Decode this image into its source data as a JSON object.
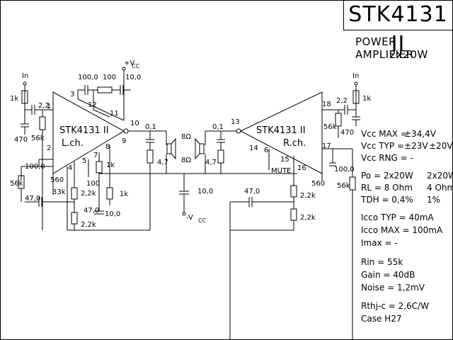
{
  "title": "STK4131 II",
  "subtitle": "POWER AMPLIFIER",
  "power_line": "2x20W",
  "chips": {
    "left": {
      "name": "STK4131  II",
      "channel": "L.ch."
    },
    "right": {
      "name": "STK4131  II",
      "channel": "R.ch."
    }
  },
  "components": {
    "in_left": "In",
    "in_right": "In",
    "vcc": "+V",
    "vcc_sub": "CC",
    "neg_vcc": "-V",
    "neg_vcc_sub": "CC",
    "mute": "MUTE",
    "r_1k_in_l": "1k",
    "c_2_2_l": "2,2",
    "c_470_l": "470",
    "r_56k_l": "56k",
    "c_100_0_top": "100,0",
    "r_100_top": "100",
    "c_10_0_top": "10,0",
    "c_0_1_l": "0,1",
    "r_4_7_l": "4,7",
    "spk_l": "8Ω",
    "spk_l2": "8Ω",
    "c_0_1_r": "0,1",
    "r_4_7_r": "4,7",
    "c_100_0_l": "100,0",
    "r_56k_fb_l": "56k",
    "r_560_l": "560",
    "r_33k_l": "33k",
    "r_100_mid": "100",
    "r_1k_fb": "1k",
    "r_1k_fb2": "1k",
    "r_2_2k_a": "2,2k",
    "r_2_2k_b": "2,2k",
    "c_47_0_a": "47,0",
    "c_47_0_b": "47,0",
    "c_10_0_mid": "10,0",
    "c_10_0_vcc": "10,0",
    "r_2_2k_r1": "2,2k",
    "r_2_2k_r2": "2,2k",
    "c_47_0_r": "47,0",
    "r_1k_in_r": "1k",
    "c_2_2_r": "2,2",
    "r_56k_r": "56k",
    "c_470_r": "470",
    "c_100_0_r": "100,0",
    "r_560_r": "560",
    "r_56k_fb_r": "56k"
  },
  "pins": {
    "p1": "1",
    "p2": "2",
    "p3": "3",
    "p4": "4",
    "p5": "5",
    "p6": "6",
    "p7": "7",
    "p8": "8",
    "p9": "9",
    "p10": "10",
    "p11": "11",
    "p12": "12",
    "p13": "13",
    "p14": "14",
    "p15": "15",
    "p16": "16",
    "p17": "17",
    "p18": "18"
  },
  "specs": {
    "vcc_max_label": "Vcc MAX =",
    "vcc_max_value": "±34,4V",
    "vcc_typ_label": "Vcc TYP =",
    "vcc_typ_value": "±23V",
    "vcc_typ_alt": "±20V",
    "vcc_rng": "Vcc RNG = -",
    "po_label": "Po  = 2x20W",
    "po_alt": "2x20W",
    "rl_label": "RL  = 8 Ohm",
    "rl_alt": "4 Ohm",
    "tdh_label": "TDH = 0,4%",
    "tdh_alt": "1%",
    "icco_typ": "Icco TYP = 40mA",
    "icco_max": "Icco MAX = 100mA",
    "imax": "Imax  =  -",
    "rin": "Rin   = 55k",
    "gain": "Gain  = 40dB",
    "noise": "Noise = 1,2mV",
    "rthj": "Rthj-c = 2,6C/W",
    "case": "Case  H27"
  }
}
